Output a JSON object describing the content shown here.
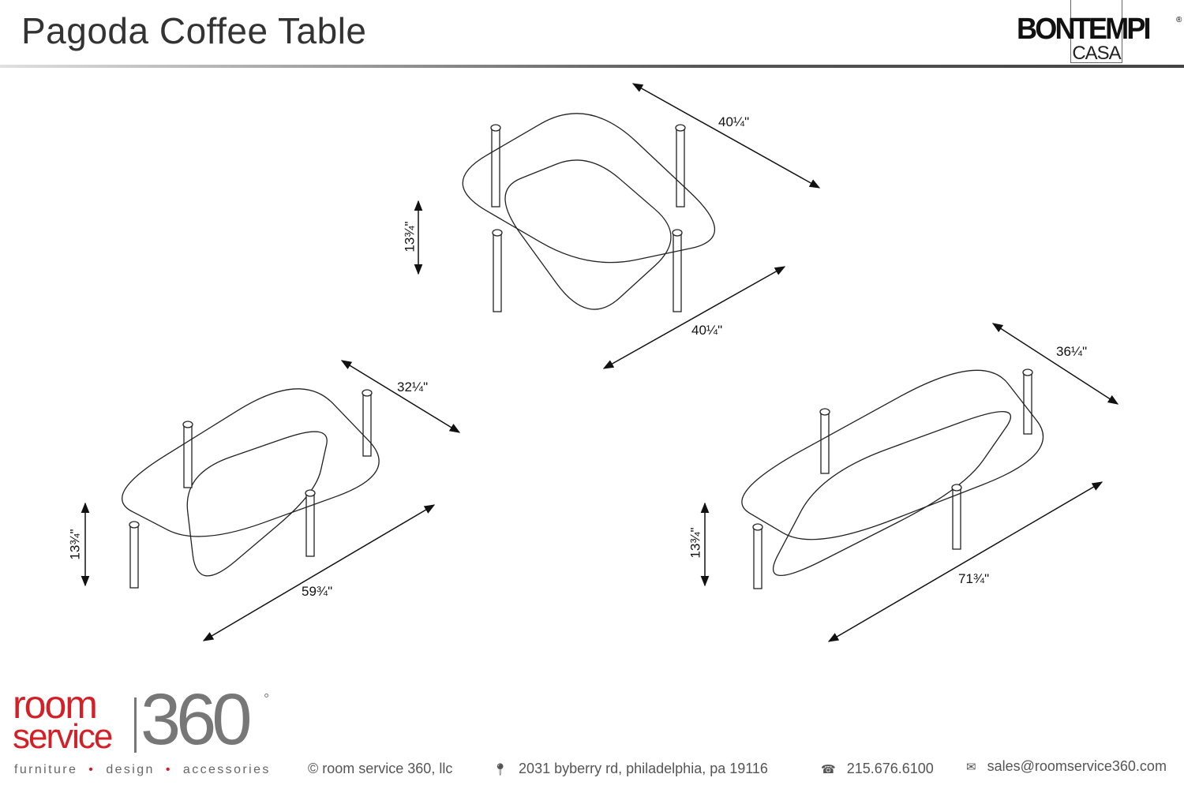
{
  "header": {
    "title": "Pagoda Coffee Table",
    "brand": "BONTEMPI",
    "brand_sub": "CASA",
    "brand_reg": "®"
  },
  "dimensions": {
    "square": {
      "depth": "40¼\"",
      "width": "40¼\"",
      "height": "13¾\""
    },
    "medium": {
      "depth": "32¼\"",
      "width": "59¾\"",
      "height": "13¾\""
    },
    "large": {
      "depth": "36¼\"",
      "width": "71¾\"",
      "height": "13¾\""
    }
  },
  "footer": {
    "logo_room": "room",
    "logo_service": "service",
    "logo_number": "360",
    "logo_degree": "°",
    "tagline": [
      "furniture",
      "design",
      "accessories"
    ],
    "tagline_sep": "•",
    "copyright": "© room service 360, llc",
    "address": "2031 byberry rd, philadelphia, pa 19116",
    "phone": "215.676.6100",
    "email": "sales@roomservice360.com"
  },
  "colors": {
    "accent": "#d32027",
    "gray": "#777777"
  }
}
